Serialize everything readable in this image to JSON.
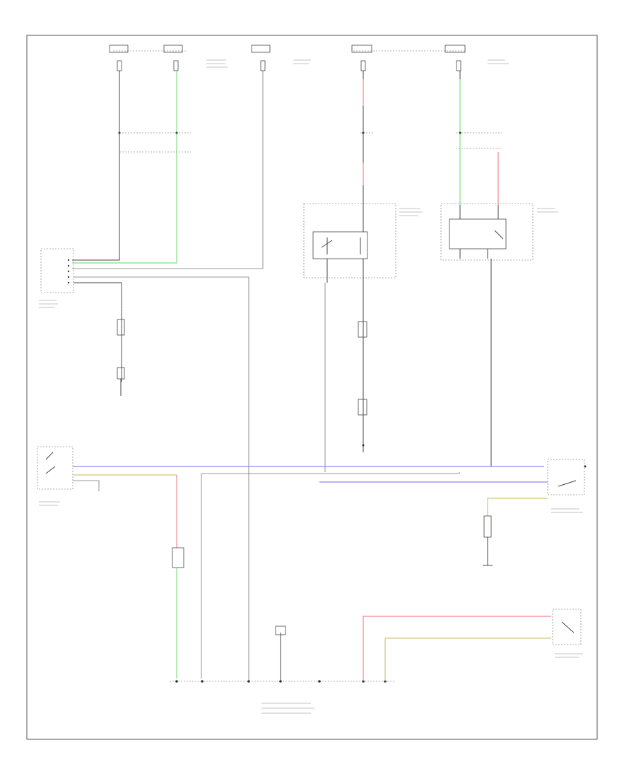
{
  "diagram": {
    "footer_code": "",
    "wire_colors": {
      "black": "#444444",
      "green": "#7ee07e",
      "pink": "#f08a8a",
      "blue": "#8a8af0",
      "tan": "#d8c27a",
      "grey": "#999999"
    },
    "components": [
      {
        "id": "ac-control",
        "kind": "module"
      },
      {
        "id": "evap-sensor",
        "kind": "sensor"
      },
      {
        "id": "ecm",
        "kind": "module"
      },
      {
        "id": "ac-relay",
        "kind": "relay"
      },
      {
        "id": "cooling-fan-relay",
        "kind": "relay"
      },
      {
        "id": "ac-pressure-switch",
        "kind": "switch"
      },
      {
        "id": "compressor-clutch",
        "kind": "actuator"
      },
      {
        "id": "ground-point",
        "kind": "ground"
      }
    ]
  }
}
